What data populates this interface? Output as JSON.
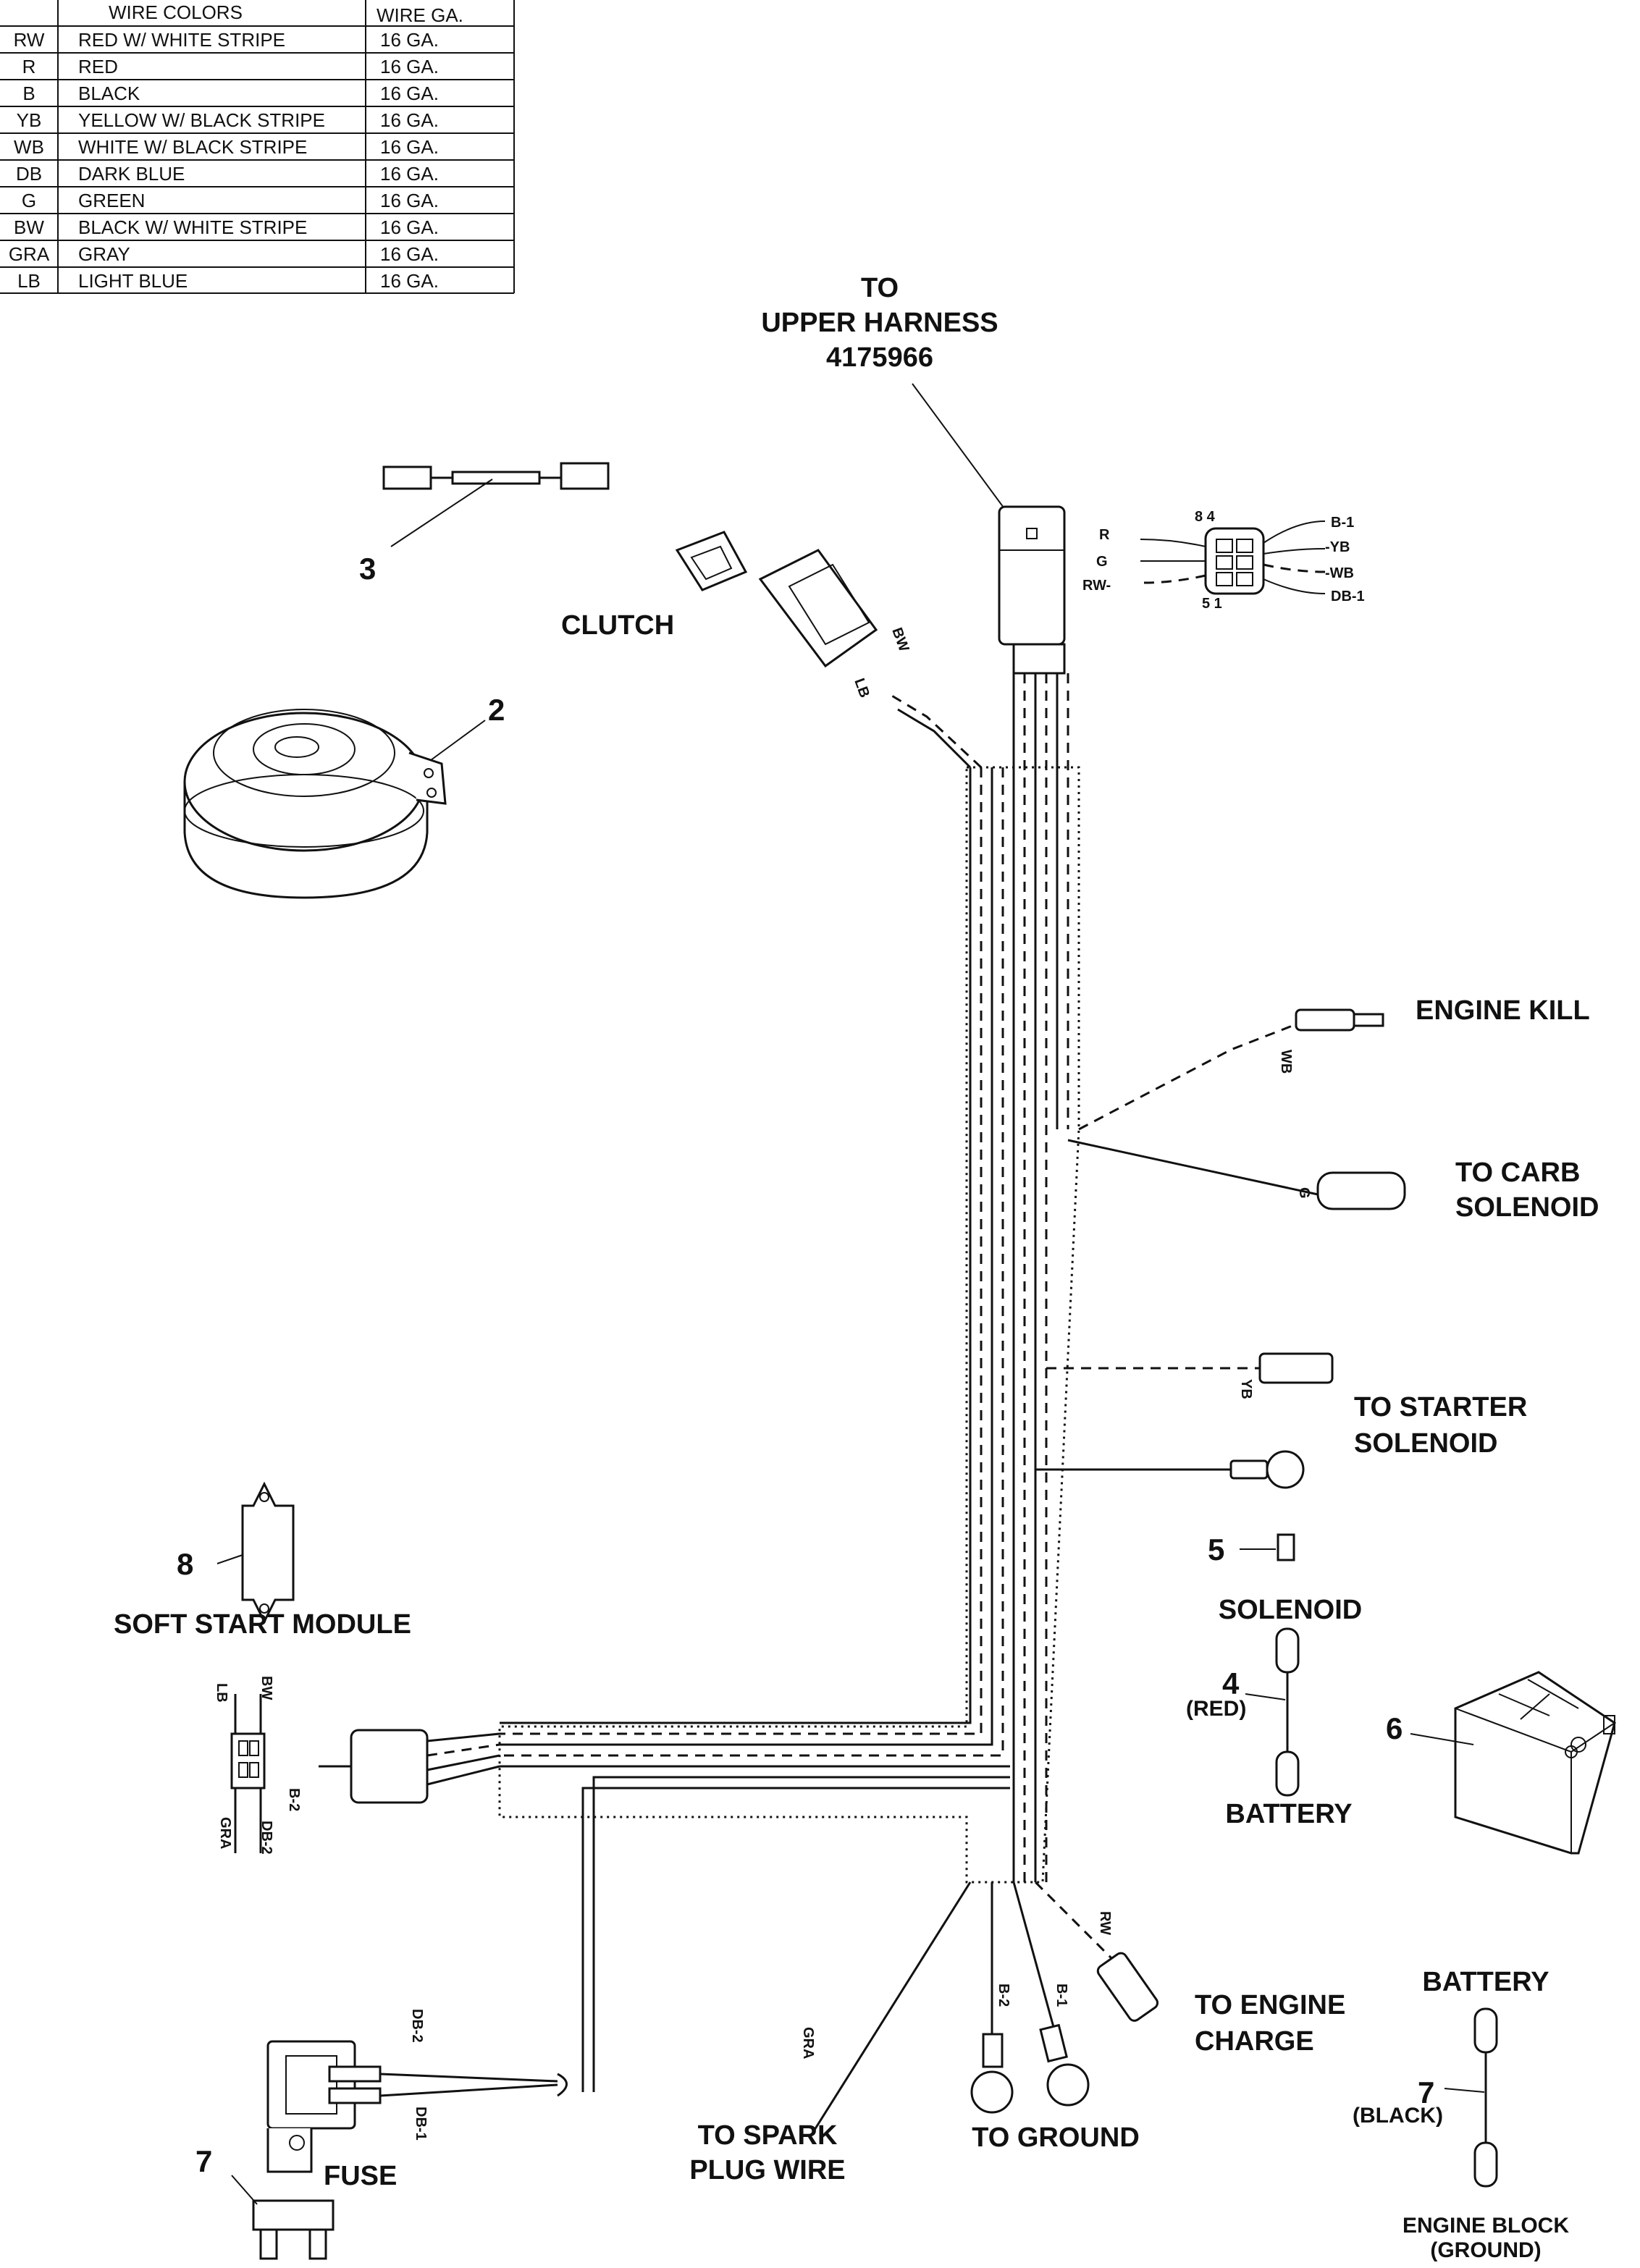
{
  "wire_table": {
    "header_code": "",
    "header_color": "WIRE COLORS",
    "header_gauge": "WIRE GA.",
    "rows": [
      {
        "code": "RW",
        "color": "RED W/ WHITE STRIPE",
        "gauge": "16 GA."
      },
      {
        "code": "R",
        "color": "RED",
        "gauge": "16 GA."
      },
      {
        "code": "B",
        "color": "BLACK",
        "gauge": "16 GA."
      },
      {
        "code": "YB",
        "color": "YELLOW W/ BLACK STRIPE",
        "gauge": "16 GA."
      },
      {
        "code": "WB",
        "color": "WHITE W/ BLACK STRIPE",
        "gauge": "16 GA."
      },
      {
        "code": "DB",
        "color": "DARK BLUE",
        "gauge": "16 GA."
      },
      {
        "code": "G",
        "color": "GREEN",
        "gauge": "16 GA."
      },
      {
        "code": "BW",
        "color": "BLACK W/ WHITE STRIPE",
        "gauge": "16 GA."
      },
      {
        "code": "GRA",
        "color": "GRAY",
        "gauge": "16 GA."
      },
      {
        "code": "LB",
        "color": "LIGHT BLUE",
        "gauge": "16 GA."
      }
    ]
  },
  "labels": {
    "upper_harness": [
      "TO",
      "UPPER HARNESS",
      "4175966"
    ],
    "clutch": "CLUTCH",
    "engine_kill": "ENGINE KILL",
    "carb_solenoid": [
      "TO CARB",
      "SOLENOID"
    ],
    "starter_solenoid": [
      "TO STARTER",
      "SOLENOID"
    ],
    "soft_start": "SOFT START MODULE",
    "solenoid": "SOLENOID",
    "red": "(RED)",
    "battery": "BATTERY",
    "engine_charge": [
      "TO ENGINE",
      "CHARGE"
    ],
    "spark_plug": [
      "TO SPARK",
      "PLUG WIRE"
    ],
    "ground": "TO GROUND",
    "fuse": "FUSE",
    "battery2": "BATTERY",
    "black": "(BLACK)",
    "engine_block": [
      "ENGINE BLOCK",
      "(GROUND)"
    ]
  },
  "callouts": {
    "n2": "2",
    "n3": "3",
    "n4": "4",
    "n5": "5",
    "n6": "6",
    "n7a": "7",
    "n7b": "7",
    "n8": "8"
  },
  "wire_labels": {
    "bw": "BW",
    "lb": "LB",
    "wb": "WB",
    "g": "G",
    "yb": "YB",
    "rw": "RW",
    "b1": "B-1",
    "b2": "B-2",
    "gra": "GRA",
    "db1": "DB-1",
    "db2": "DB-2",
    "pin84": "8 4",
    "pin51": "5  1",
    "pr": "R",
    "pg": "G",
    "prw": "RW-",
    "pb1": "B-1",
    "pyb": "-YB",
    "pwb": "-WB",
    "pdb1": "DB-1"
  }
}
